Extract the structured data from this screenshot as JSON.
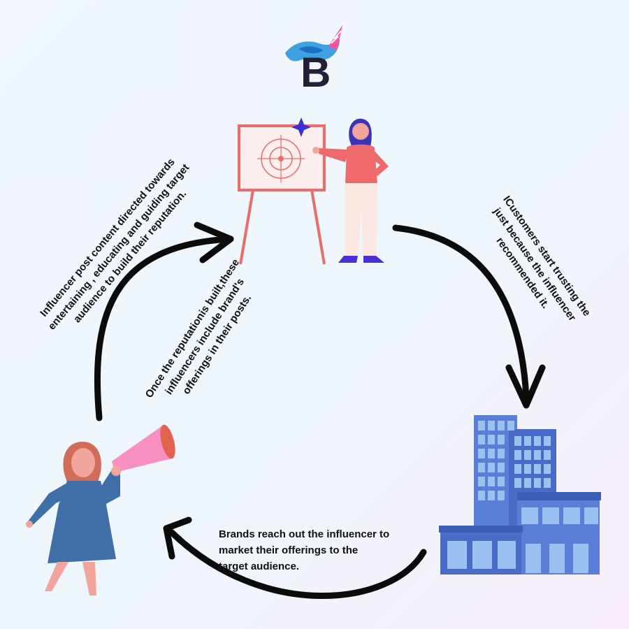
{
  "logo": {
    "letter": "B",
    "colors": {
      "letter": "#232038",
      "hair": "#3fa1e0",
      "hair_dark": "#1c6fc7",
      "horn": "#ff4fa0"
    }
  },
  "labels": {
    "top_left": "Influencer post content directed towards\nentertaining , educating and guiding target\naudience to build their reputation.",
    "center": "Once the reputationis built,these\ninfluencers include brand's\nofferings in their posts.",
    "right": "ICustomers start trusting the\njust because the influencer\nrecommended it.",
    "bottom": "Brands reach out the influencer to\nmarket their offerings to the\ntarget audience."
  },
  "colors": {
    "arrow": "#0b0b0b",
    "easel_frame": "#ec6c6c",
    "board": "#fdeeee",
    "presenter_shirt": "#ee6a6a",
    "presenter_hair": "#3b33b8",
    "presenter_pants": "#fbe7e2",
    "presenter_shoes": "#4a2fd6",
    "sparkle": "#3b2fd1",
    "building_blue": "#5b7fd6",
    "building_light": "#9cc0ef",
    "building_dark": "#3e5fb8",
    "woman_dress": "#3f6fa6",
    "woman_skin": "#f2a59c",
    "woman_hair": "#cf6d5a",
    "megaphone": "#f78fc0",
    "megaphone_rim": "#e06350"
  }
}
